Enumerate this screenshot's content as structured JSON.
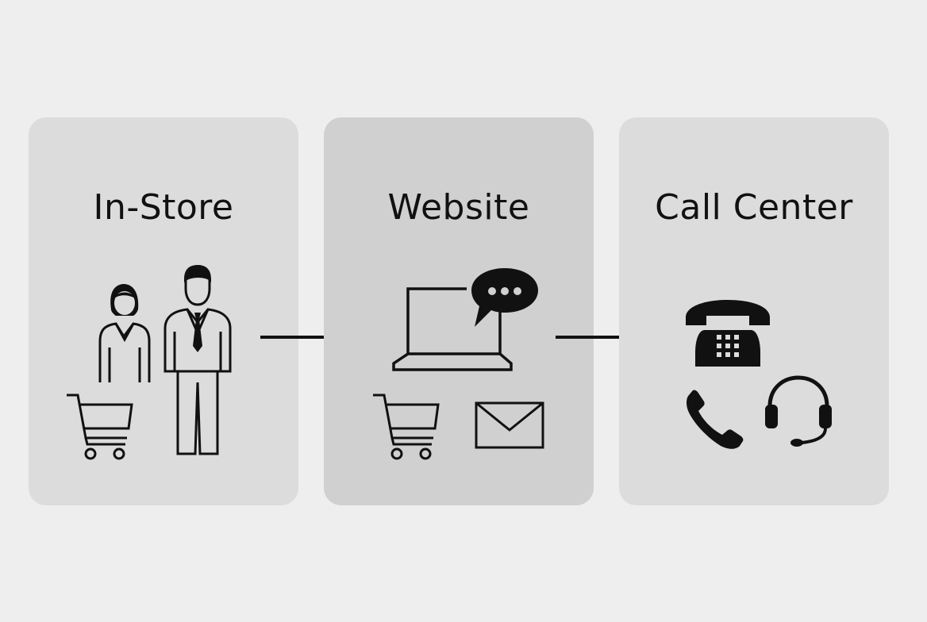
{
  "channels": [
    {
      "title": "In-Store",
      "icons": [
        "woman-icon",
        "man-in-suit-icon",
        "shopping-cart-icon"
      ]
    },
    {
      "title": "Website",
      "icons": [
        "laptop-icon",
        "chat-bubble-icon",
        "shopping-cart-icon",
        "envelope-icon"
      ]
    },
    {
      "title": "Call Center",
      "icons": [
        "desk-telephone-icon",
        "phone-handset-icon",
        "headset-icon"
      ]
    }
  ],
  "connectors": [
    "arrow-right-icon",
    "arrow-right-icon"
  ],
  "colors": {
    "background": "#eeeeee",
    "panel": "#dcdcdc",
    "panel_highlight": "#d0d0d0",
    "ink": "#111111"
  }
}
